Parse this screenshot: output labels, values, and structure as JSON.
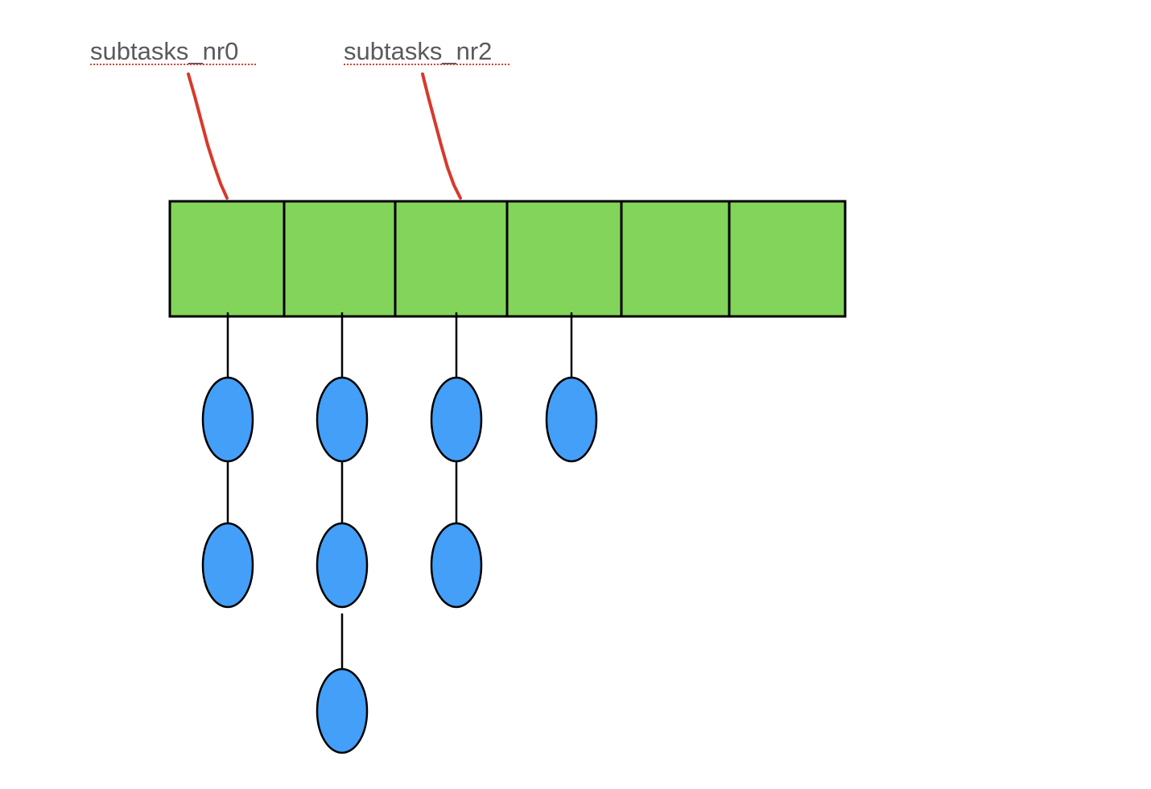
{
  "labels": [
    {
      "id": "label-subtasks-nr0",
      "text": "subtasks_nr0",
      "points_to_cell": 0
    },
    {
      "id": "label-subtasks-nr2",
      "text": "subtasks_nr2",
      "points_to_cell": 2
    }
  ],
  "array": {
    "cell_count": 6
  },
  "chains": [
    {
      "cell": 0,
      "node_count": 2
    },
    {
      "cell": 1,
      "node_count": 3
    },
    {
      "cell": 2,
      "node_count": 2
    },
    {
      "cell": 3,
      "node_count": 1
    }
  ],
  "colors": {
    "cell_fill": "#82d45a",
    "node_fill": "#439ff8",
    "pointer_line": "#d8392b",
    "outline": "#000000",
    "label_text": "#5a5a5a"
  }
}
